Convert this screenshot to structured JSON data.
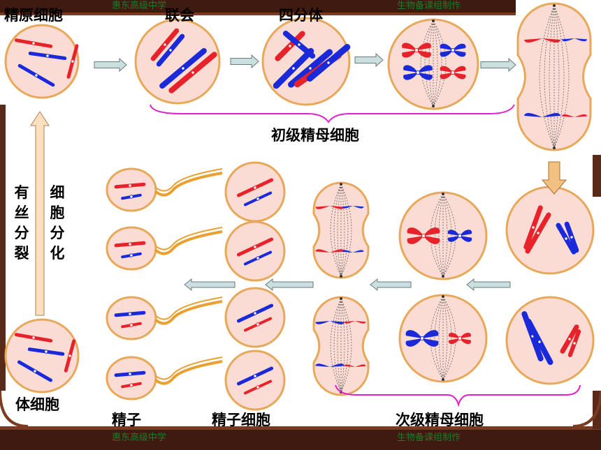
{
  "header": {
    "school_left": "惠东高级中学",
    "subject_right": "生物备课组制作"
  },
  "footer": {
    "school_left": "惠东高级中学",
    "subject_right": "生物备课组制作"
  },
  "labels": {
    "spermatogonium": "精原细胞",
    "synapsis": "联会",
    "tetrad": "四分体",
    "primary_spermatocyte": "初级精母细胞",
    "secondary_spermatocyte": "次级精母细胞",
    "sperm": "精子",
    "spermatid": "精子细胞",
    "somatic_cell": "体细胞",
    "mitosis": "有丝分裂",
    "differentiation": "细胞分化"
  },
  "colors": {
    "cell_fill": "#fadcd4",
    "cell_outline": "#e8a85a",
    "chromosome_red": "#e8222a",
    "chromosome_blue": "#1a2ad8",
    "arrow_fill": "#c9dfe0",
    "arrow_up_fill": "#fbe0c0",
    "arrow_down_fill": "#f2c080",
    "bracket": "#e020c8",
    "frame_brown": "#5a2a18",
    "tail_orange": "#eaa030"
  }
}
